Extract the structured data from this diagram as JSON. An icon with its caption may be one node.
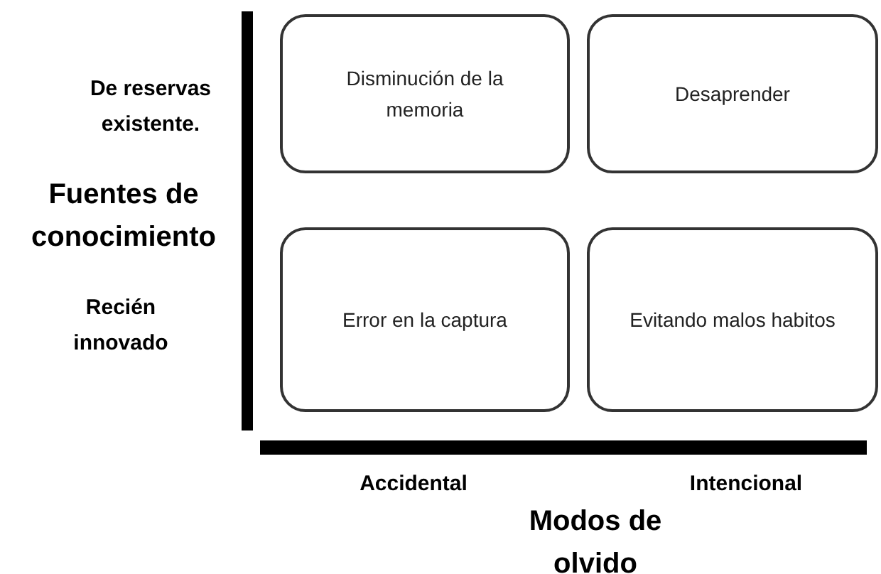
{
  "diagram": {
    "nodes": [
      {
        "text": [
          "Disminución de la memoria"
        ]
      },
      {
        "text": [
          "Desaprender"
        ]
      },
      {
        "text": [
          "Error en la captura"
        ]
      },
      {
        "text": [
          "Evitando malos habitos"
        ]
      }
    ],
    "labels": [
      "De reservas existente.",
      "Fuentes de conocimiento",
      "Recién innovado",
      "Accidental",
      "Intencional",
      "Modos de olvido"
    ]
  }
}
